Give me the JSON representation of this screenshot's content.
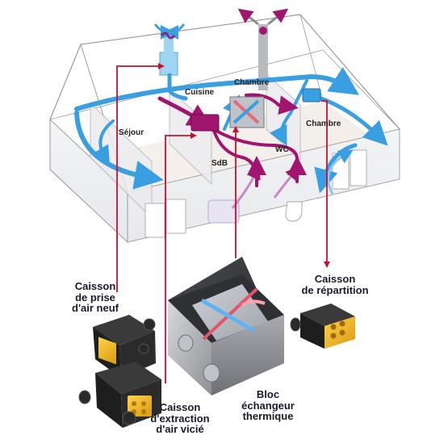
{
  "rooms": {
    "cuisine": "Cuisine",
    "chambre_1": "Chambre",
    "chambre_2": "Chambre",
    "sejour": "Séjour",
    "sdb": "SdB",
    "wc": "WC"
  },
  "callouts": {
    "prise_air_neuf": [
      "Caisson",
      "de prise",
      "d'air neuf"
    ],
    "repartition": [
      "Caisson",
      "de répartition"
    ],
    "extraction": [
      "Caisson",
      "d'extraction",
      "d'air vicié"
    ],
    "echangeur": [
      "Bloc",
      "échangeur",
      "thermique"
    ]
  },
  "colors": {
    "fresh_air": "#3a9fe0",
    "stale_air": "#a0156e",
    "leader_line": "#c8102e",
    "house_outline": "#9a9a9a",
    "unit_yellow": "#f2b71c",
    "unit_black": "#1e1e1e"
  },
  "icons": [
    "fresh-air-intake-icon",
    "exhaust-outlet-icon",
    "heat-exchanger-icon"
  ]
}
